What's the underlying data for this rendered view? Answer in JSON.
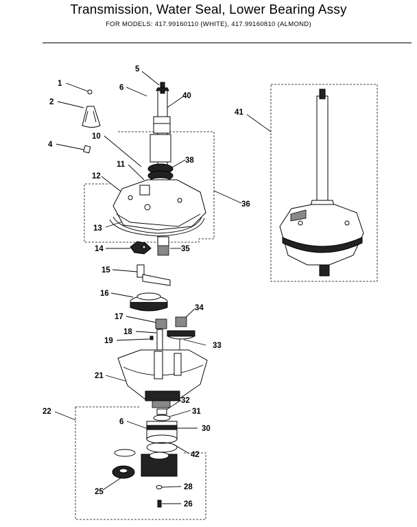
{
  "title": "Transmission, Water Seal, Lower Bearing Assy",
  "subtitle": "FOR MODELS:  417.99160110  (WHITE), 417.99160810 (ALMOND)",
  "labels": {
    "p1": "1",
    "p2": "2",
    "p4": "4",
    "p5": "5",
    "p6a": "6",
    "p6b": "6",
    "p10": "10",
    "p11": "11",
    "p12": "12",
    "p13": "13",
    "p14": "14",
    "p15": "15",
    "p16": "16",
    "p17": "17",
    "p18": "18",
    "p19": "19",
    "p21": "21",
    "p22": "22",
    "p25": "25",
    "p26": "26",
    "p28": "28",
    "p30": "30",
    "p31": "31",
    "p32": "32",
    "p33": "33",
    "p34": "34",
    "p35": "35",
    "p36": "36",
    "p38": "38",
    "p40": "40",
    "p41": "41",
    "p42": "42"
  }
}
